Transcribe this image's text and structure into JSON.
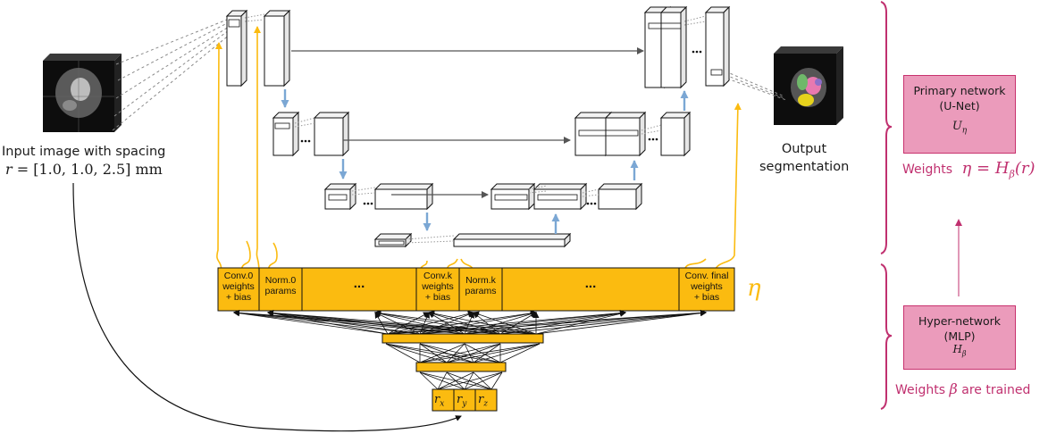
{
  "input": {
    "label_line1": "Input image with spacing",
    "label_line2_var": "r",
    "label_line2_rest": "= [1.0, 1.0, 2.5] mm"
  },
  "output": {
    "line1": "Output",
    "line2": "segmentation"
  },
  "eta_symbol": "η",
  "param_strip": {
    "conv0": [
      "Conv.0",
      "weights",
      "+ bias"
    ],
    "norm0": [
      "Norm.0",
      "params"
    ],
    "ellipsis1": "...",
    "convk": [
      "Conv.k",
      "weights",
      "+ bias"
    ],
    "normk": [
      "Norm.k",
      "params"
    ],
    "ellipsis2": "...",
    "convfinal": [
      "Conv. final",
      "weights",
      "+ bias"
    ]
  },
  "hyper_input": {
    "rx": "r",
    "rx_sub": "x",
    "ry": "r",
    "ry_sub": "y",
    "rz": "r",
    "rz_sub": "z"
  },
  "primary_box": {
    "line1": "Primary network",
    "line2": "(U-Net)",
    "symbol": "U",
    "symbol_sub": "η"
  },
  "weights_eta": {
    "prefix": "Weights",
    "eq": "η = H",
    "sub": "β",
    "suffix": "(r)"
  },
  "hyper_box": {
    "line1": "Hyper-network",
    "line2": "(MLP)",
    "symbol": "H",
    "symbol_sub": "β"
  },
  "weights_beta": {
    "prefix": "Weights",
    "symbol": "β",
    "suffix": "are trained"
  },
  "colors": {
    "strip": "#fbbb10",
    "pink_fill": "#eb9bbb",
    "magenta": "#c0306f",
    "arrow_blue": "#7ba7d4",
    "dark_arrow": "#555555"
  }
}
